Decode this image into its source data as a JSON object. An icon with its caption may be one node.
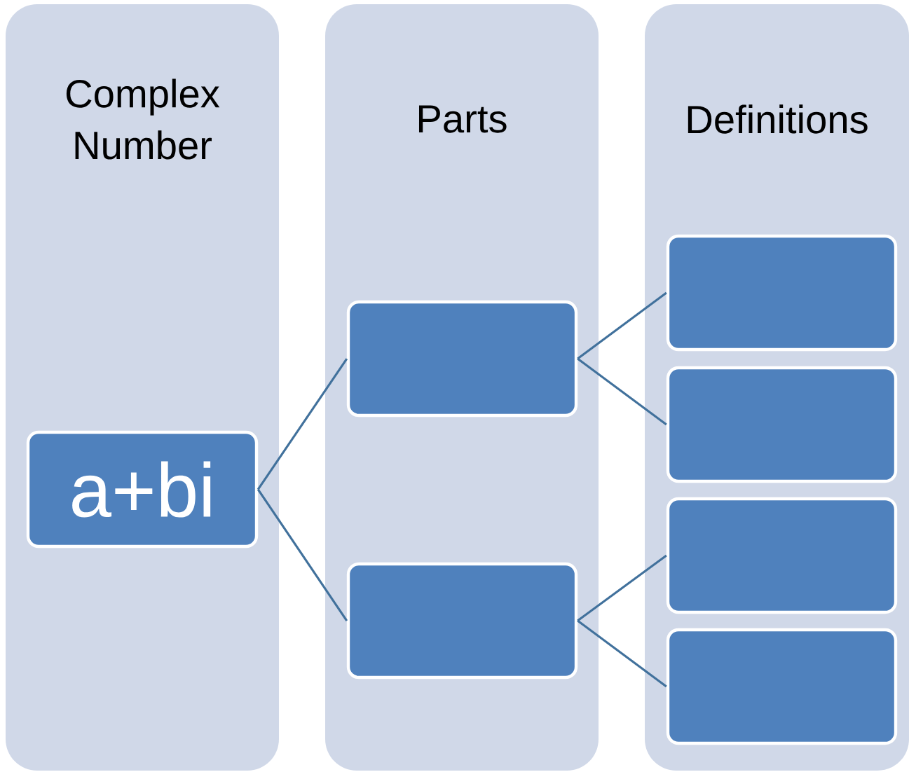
{
  "diagram": {
    "nodes": [
      {
        "text": [
          "Complex Number"
        ]
      },
      {
        "text": [
          "Parts"
        ]
      },
      {
        "text": [
          "Definitions"
        ]
      },
      {
        "text": [
          "a+bi"
        ],
        "in": 0
      },
      {
        "text": [],
        "shape": "box",
        "in": 1
      },
      {
        "text": [],
        "shape": "box",
        "in": 1
      },
      {
        "text": [],
        "shape": "box",
        "in": 2
      },
      {
        "text": [],
        "shape": "box",
        "in": 2
      },
      {
        "text": [],
        "shape": "box",
        "in": 2
      },
      {
        "text": [],
        "shape": "box",
        "in": 2
      }
    ],
    "edges": [
      {
        "from": 3,
        "to": 4,
        "arrow": "none"
      },
      {
        "from": 3,
        "to": 5,
        "arrow": "none"
      },
      {
        "from": 4,
        "to": 6,
        "arrow": "none"
      },
      {
        "from": 4,
        "to": 7,
        "arrow": "none"
      },
      {
        "from": 5,
        "to": 8,
        "arrow": "none"
      },
      {
        "from": 5,
        "to": 9,
        "arrow": "none"
      }
    ]
  }
}
